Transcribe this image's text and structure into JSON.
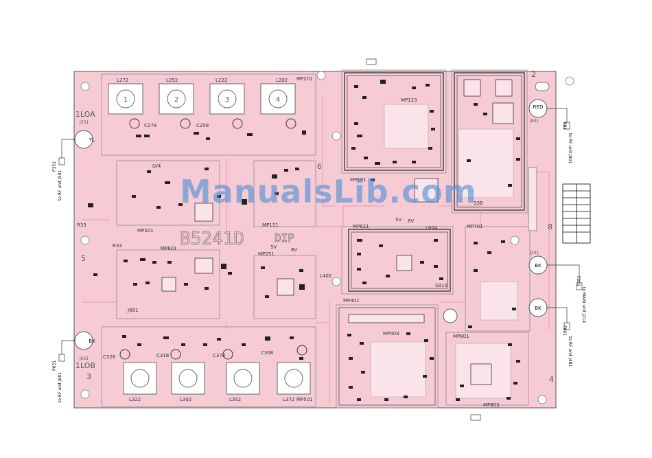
{
  "watermark": "ManualsLib.com",
  "board_code": "B5241D",
  "board_sub": "DIP",
  "sections": {
    "tl": "1LOA",
    "bl": "1LOB",
    "bl_num": "3",
    "ml_num": "5",
    "mc_num": "6",
    "tr_num": "2",
    "mr_num": "8",
    "br_num": "4"
  },
  "connectors": {
    "y1_left": "YL",
    "bk_left": "BK",
    "red_right": "RED",
    "bk_right1": "BK",
    "bk_right2": "BK",
    "j351": "J351",
    "j651": "J651",
    "j801": "J801",
    "j201": "J201"
  },
  "side_labels": {
    "left_top": "P351",
    "left_top_to": "to RF unit J501",
    "left_bot": "P651",
    "left_bot_to": "to RF unit J801",
    "right_top": "P81",
    "right_top_to": "to RF unit J801",
    "right_mid": "P201",
    "right_mid_to": "to MAIN unit J214",
    "right_bot": "P801",
    "right_bot_to": "to RF unit J481"
  },
  "parts": {
    "l272": "L272",
    "l252": "L252",
    "l222": "L222",
    "l202": "L202",
    "mp201": "MP201",
    "mp123": "MP123",
    "mp101": "MP101",
    "mp501": "MP501",
    "mp151": "MP151",
    "mp601": "MP601",
    "mp251": "MP251",
    "mp621": "MP621",
    "mp701": "MP701",
    "mp401": "MP401",
    "mp403": "MP403",
    "mp801": "MP801",
    "mp803": "MP803",
    "mp501b": "MP501",
    "l322": "L322",
    "l302": "L302",
    "l352": "L352",
    "l372": "L372",
    "l604": "L604",
    "l402": "L402",
    "lv4": "LV4",
    "j681": "J681",
    "c278": "C278",
    "c258": "C258",
    "c328": "C328",
    "c318": "C318",
    "c378": "C378",
    "c308": "C308",
    "r33": "R33",
    "r33b": "R33",
    "v5a": "5V",
    "v8a": "8V",
    "v5b": "5V",
    "v8b": "8V",
    "c1": "1",
    "c2": "2",
    "c3": "3",
    "c4": "4",
    "n338": "33B",
    "s810": "S810"
  },
  "colors": {
    "board": "#f6cbd4",
    "trace": "#e89aaa",
    "outline": "#8c8c8c",
    "ink": "#000000",
    "pad": "#ffffff"
  }
}
